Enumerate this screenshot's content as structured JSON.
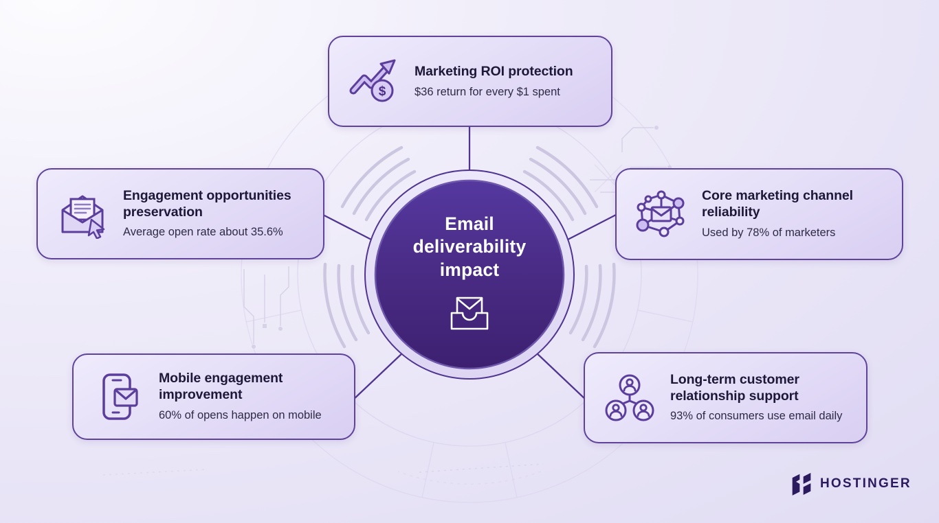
{
  "center": {
    "title": "Email deliverability impact",
    "icon": "inbox-envelope-icon"
  },
  "cards": [
    {
      "title": "Marketing ROI protection",
      "subtitle": "$36 return for every $1 spent",
      "icon": "trend-up-dollar-icon"
    },
    {
      "title": "Engagement opportunities preservation",
      "subtitle": "Average open rate about 35.6%",
      "icon": "open-envelope-cursor-icon"
    },
    {
      "title": "Core marketing channel reliability",
      "subtitle": "Used by 78% of marketers",
      "icon": "network-envelope-icon"
    },
    {
      "title": "Mobile engagement improvement",
      "subtitle": "60% of opens happen on mobile",
      "icon": "phone-envelope-icon"
    },
    {
      "title": "Long-term customer relationship support",
      "subtitle": "93% of consumers use email daily",
      "icon": "people-network-icon"
    }
  ],
  "glyphs": {
    "dollar": "$"
  },
  "footer": {
    "brand": "HOSTINGER"
  },
  "colors": {
    "deep_purple": "#46287E",
    "line_purple": "#4F3490",
    "card_border": "#5E4399",
    "card_fill": "#E7E0F7",
    "icon_stroke": "#5B3E9B",
    "title_text": "#1E1838",
    "body_text": "#2E2A46",
    "brand_text": "#2B1A5E",
    "wave": "#C9C3DE",
    "background": "#ECE9F8"
  }
}
